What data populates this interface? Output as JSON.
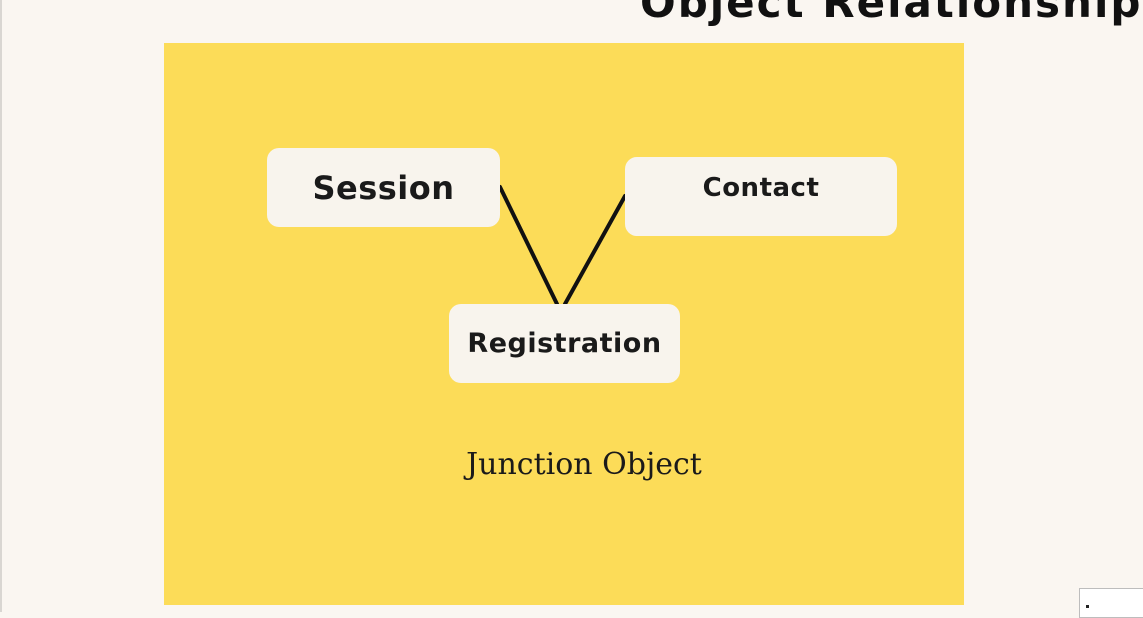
{
  "slide": {
    "title": "Object Relationship"
  },
  "diagram": {
    "nodes": {
      "session": "Session",
      "contact": "Contact",
      "registration": "Registration"
    },
    "caption": "Junction Object",
    "colors": {
      "panel": "#fcdc58",
      "node": "#f8f4ed",
      "line": "#111111",
      "background": "#faf6f1"
    }
  }
}
